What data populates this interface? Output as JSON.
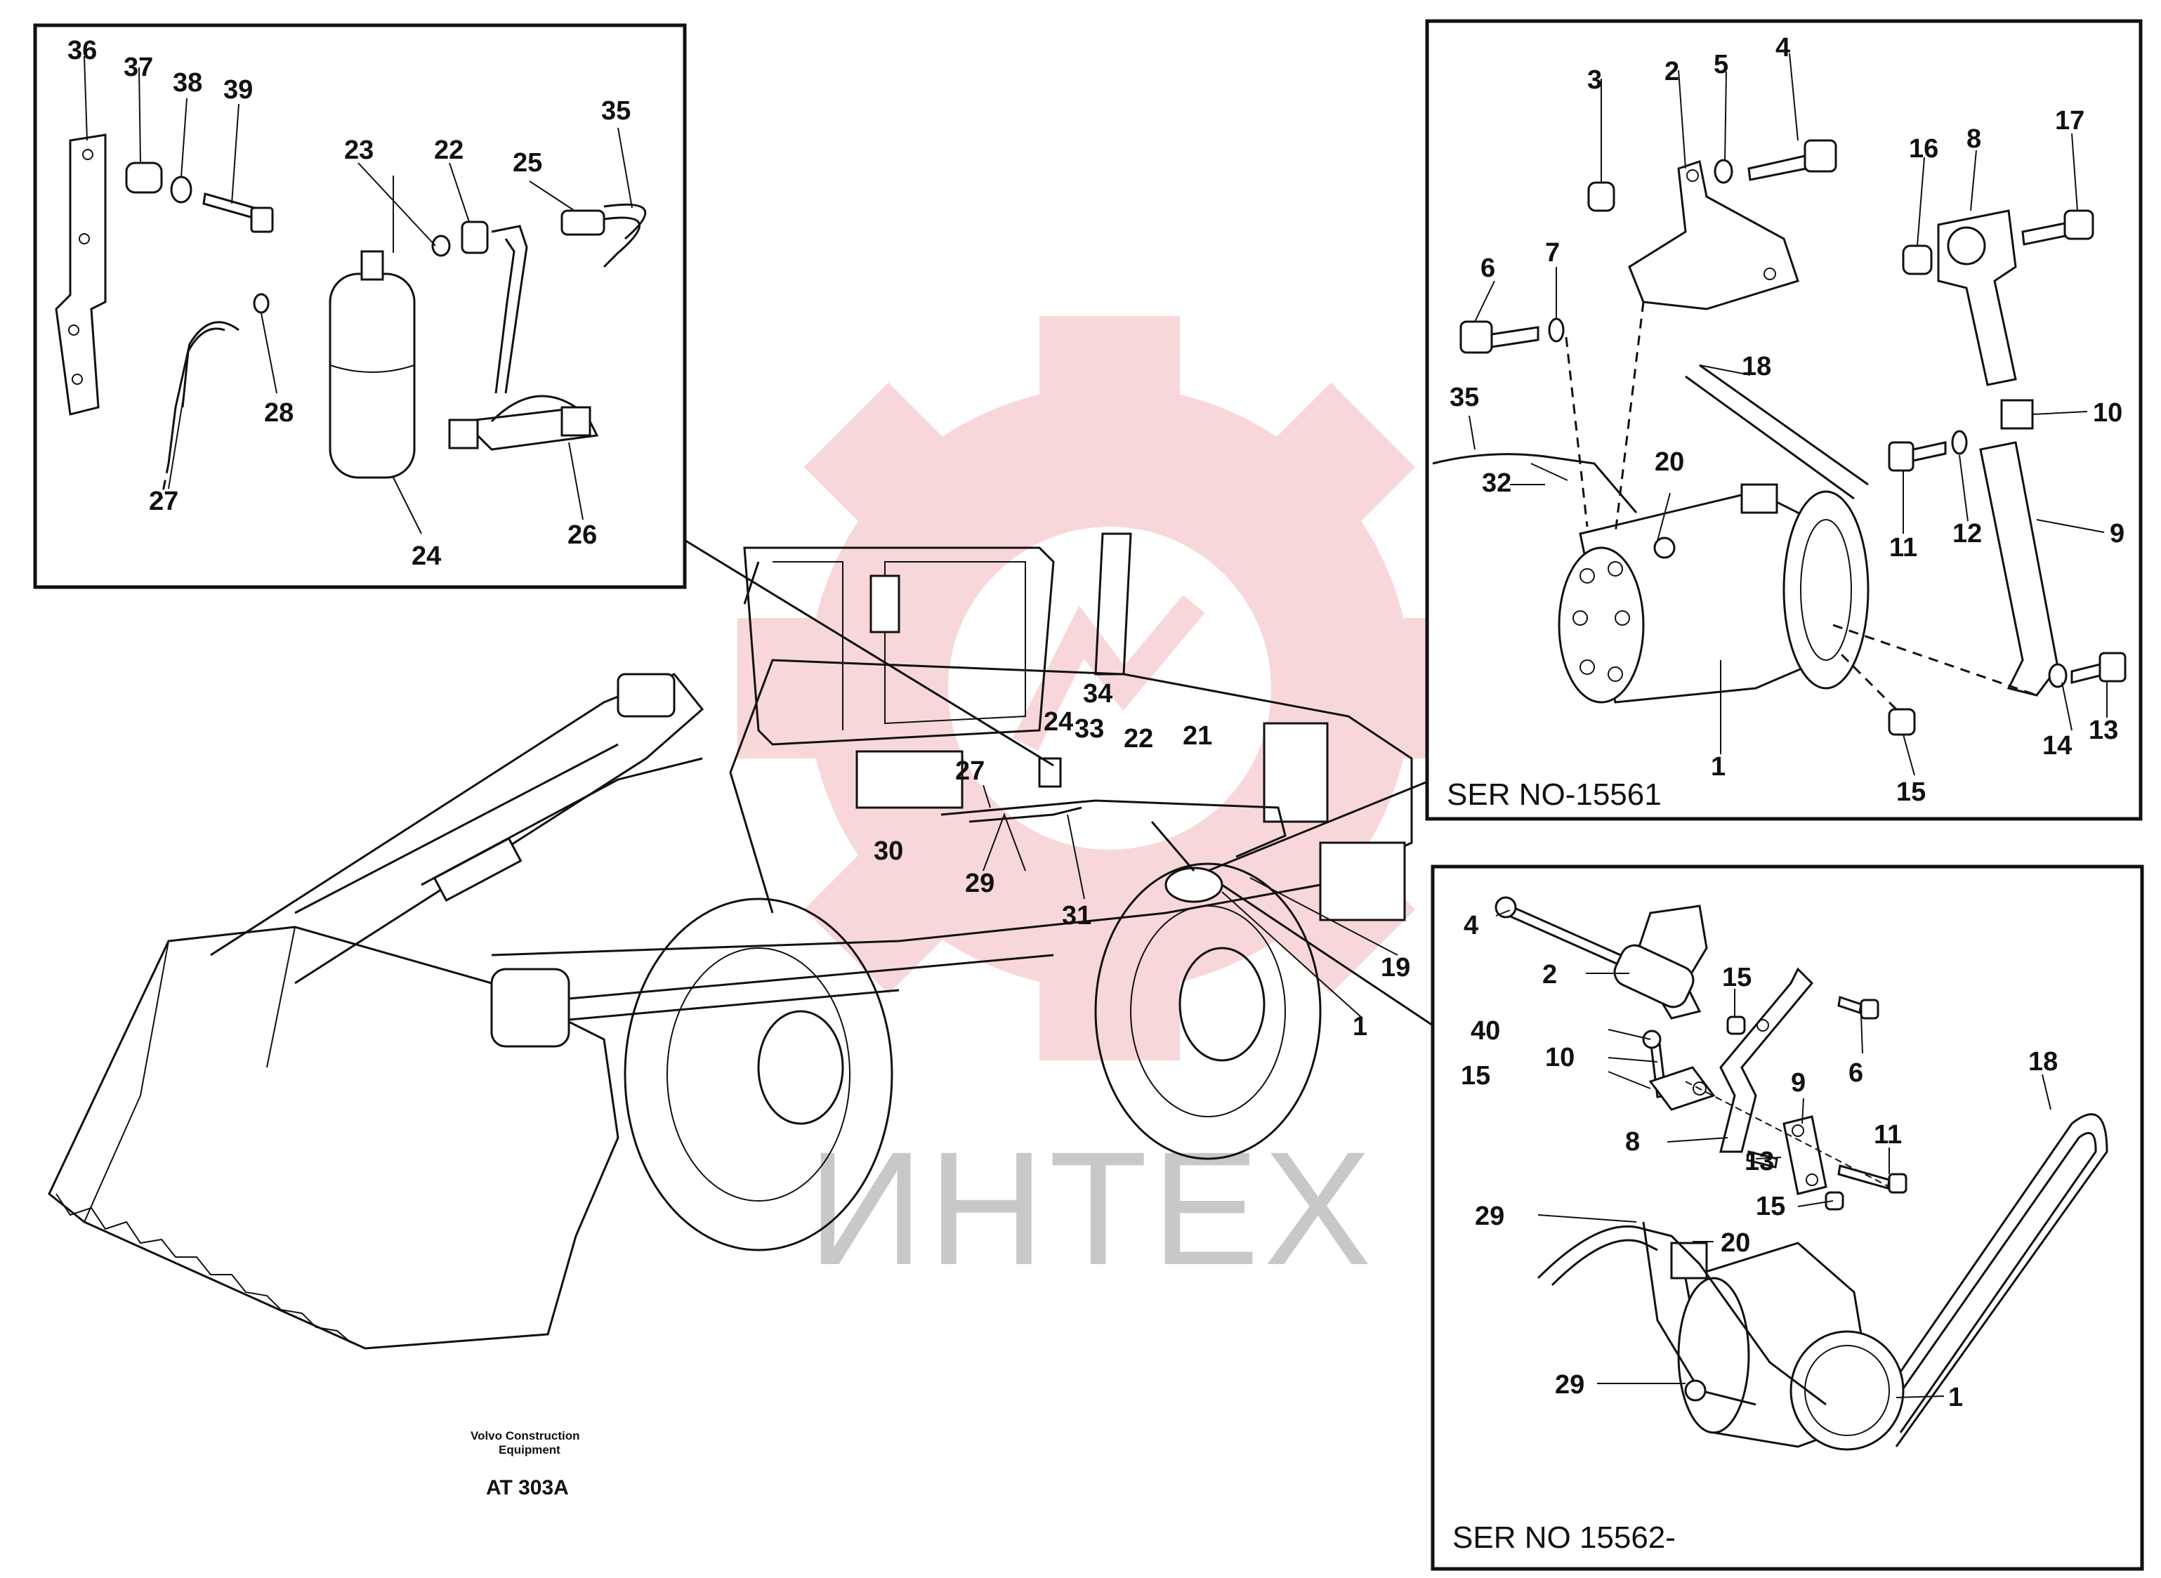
{
  "watermark": {
    "text": "ИНТЕХ",
    "color": "#c8c8c8",
    "gear_color": "#f4b8bc"
  },
  "footer": {
    "brand_line1": "Volvo Construction",
    "brand_line2": "Equipment",
    "code": "AT 303A"
  },
  "panels": {
    "top_left": {
      "labels": [
        "36",
        "37",
        "38",
        "39",
        "23",
        "22",
        "25",
        "35",
        "27",
        "28",
        "24",
        "26"
      ]
    },
    "top_right": {
      "serial": "SER NO-15561",
      "labels": [
        "3",
        "2",
        "5",
        "4",
        "16",
        "8",
        "17",
        "6",
        "7",
        "18",
        "35",
        "10",
        "32",
        "20",
        "11",
        "12",
        "9",
        "1",
        "14",
        "13",
        "15"
      ]
    },
    "bottom_right": {
      "serial": "SER NO 15562-",
      "labels": [
        "4",
        "2",
        "15",
        "40",
        "10",
        "15",
        "6",
        "9",
        "18",
        "8",
        "13",
        "11",
        "15",
        "29",
        "20",
        "29",
        "1"
      ]
    }
  },
  "machine": {
    "labels": [
      "24",
      "34",
      "33",
      "22",
      "21",
      "27",
      "30",
      "29",
      "31",
      "19",
      "1"
    ]
  }
}
